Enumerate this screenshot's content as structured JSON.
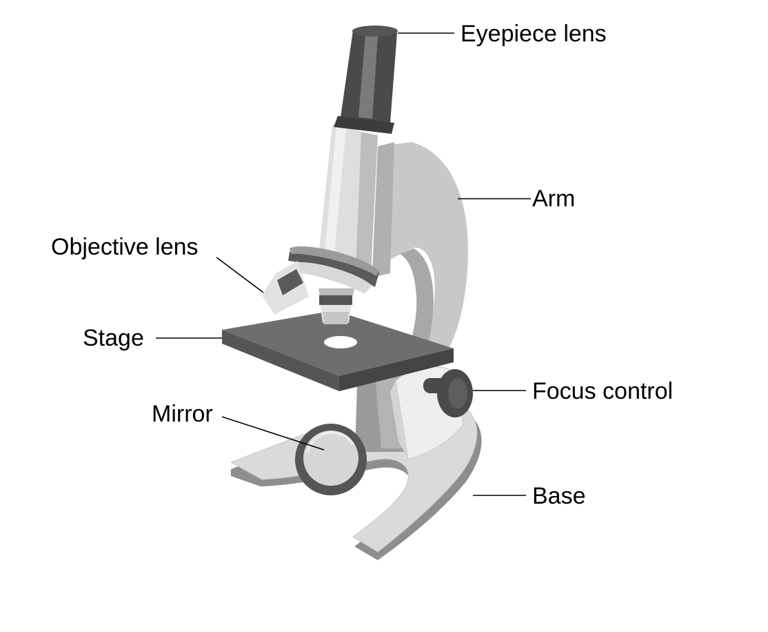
{
  "diagram": {
    "labels": {
      "eyepiece": "Eyepiece lens",
      "arm": "Arm",
      "objective": "Objective lens",
      "stage": "Stage",
      "focus": "Focus control",
      "mirror": "Mirror",
      "base": "Base"
    },
    "colors": {
      "background": "#ffffff",
      "dark": "#4a4a4a",
      "mid": "#8e8e8e",
      "light": "#c9c9c9",
      "lighter": "#e0e0e0",
      "label": "#000000"
    }
  }
}
